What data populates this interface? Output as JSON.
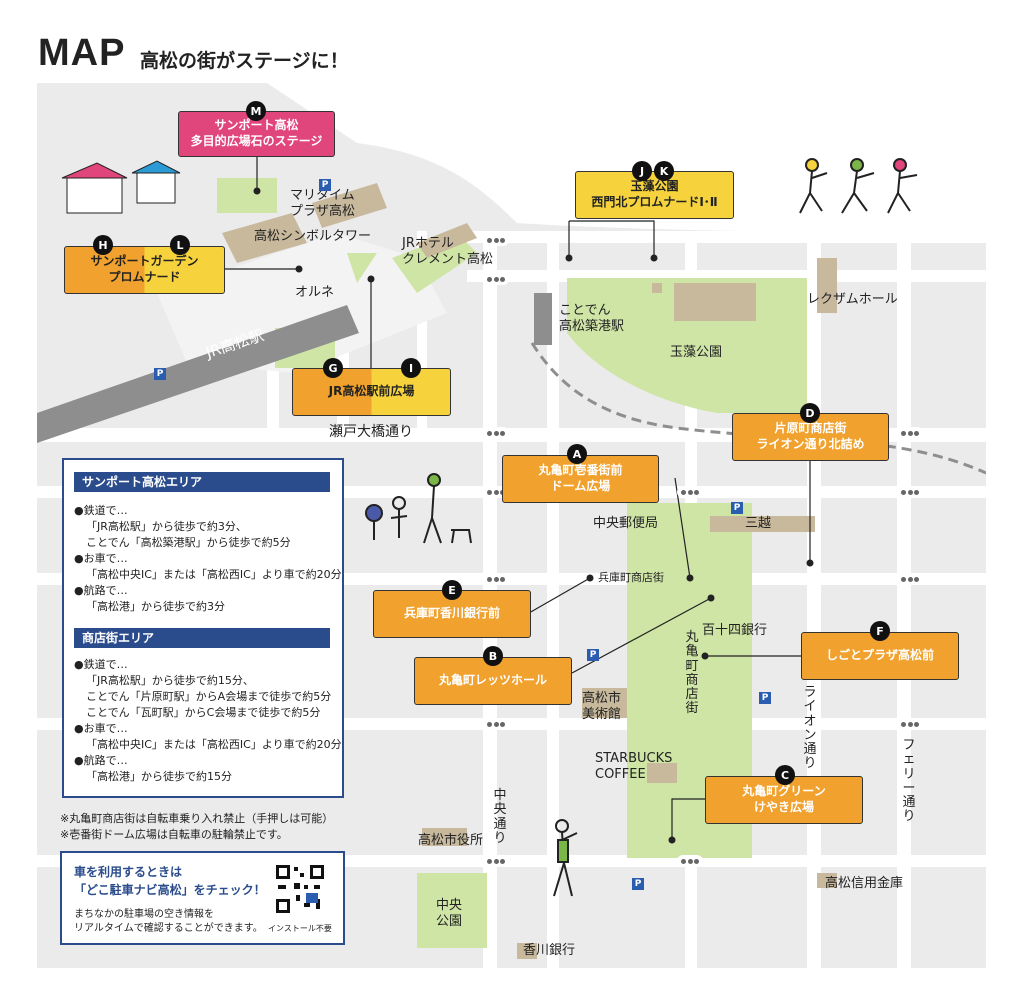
{
  "header": {
    "title": "MAP",
    "subtitle": "高松の街がステージに！"
  },
  "venues": {
    "M": {
      "badge": "M",
      "label": "サンポート高松\n多目的広場石のステージ"
    },
    "JK": {
      "badges": [
        "J",
        "K"
      ],
      "label": "玉藻公園\n西門北プロムナードⅠ･Ⅱ"
    },
    "HL": {
      "badges": [
        "H",
        "L"
      ],
      "label": "サンポートガーデン\nプロムナード"
    },
    "GI": {
      "badges": [
        "G",
        "I"
      ],
      "label": "JR高松駅前広場"
    },
    "A": {
      "badge": "A",
      "label": "丸亀町壱番街前\nドーム広場"
    },
    "D": {
      "badge": "D",
      "label": "片原町商店街\nライオン通り北詰め"
    },
    "E": {
      "badge": "E",
      "label": "兵庫町香川銀行前"
    },
    "B": {
      "badge": "B",
      "label": "丸亀町レッツホール"
    },
    "F": {
      "badge": "F",
      "label": "しごとプラザ高松前"
    },
    "C": {
      "badge": "C",
      "label": "丸亀町グリーン\nけやき広場"
    }
  },
  "places": {
    "maritime": "マリタイム\nプラザ高松",
    "symbol_tower": "高松シンボルタワー",
    "jr_hotel": "JRホテル\nクレメント高松",
    "orune": "オルネ",
    "jr_station": "JR高松駅",
    "seto_ohashi": "瀬戸大橋通り",
    "kotoden_chikko": "ことでん\n高松築港駅",
    "tamamo_park": "玉藻公園",
    "rexam": "レクザムホール",
    "post_office": "中央郵便局",
    "mitsukoshi": "三越",
    "hyogomachi": "兵庫町商店街",
    "hyakujushi": "百十四銀行",
    "marugame_street": "丸亀町商店街",
    "museum": "高松市\n美術館",
    "starbucks": "STARBUCKS\nCOFFEE",
    "lion_street": "ライオン通り",
    "ferry_street": "フェリー通り",
    "chuo_street": "中央通り",
    "city_hall": "高松市役所",
    "chuo_park": "中央\n公園",
    "shinkin": "高松信用金庫",
    "kagawa_bank": "香川銀行"
  },
  "info": {
    "area1": {
      "heading": "サンポート高松エリア",
      "lines": [
        "●鉄道で…",
        "「JR高松駅」から徒歩で約3分、",
        "ことでん「高松築港駅」から徒歩で約5分",
        "●お車で…",
        "「高松中央IC」または「高松西IC」より車で約20分",
        "●航路で…",
        "「高松港」から徒歩で約3分"
      ]
    },
    "area2": {
      "heading": "商店街エリア",
      "lines": [
        "●鉄道で…",
        "「JR高松駅」から徒歩で約15分、",
        "ことでん「片原町駅」からA会場まで徒歩で約5分",
        "ことでん「瓦町駅」からC会場まで徒歩で約5分",
        "●お車で…",
        "「高松中央IC」または「高松西IC」より車で約20分",
        "●航路で…",
        "「高松港」から徒歩で約15分"
      ]
    }
  },
  "notes": [
    "※丸亀町商店街は自転車乗り入れ禁止（手押しは可能）",
    "※壱番街ドーム広場は自転車の駐輪禁止です。"
  ],
  "parking": {
    "line1": "車を利用するときは",
    "line2": "「どこ駐車ナビ高松」をチェック！",
    "desc1": "まちなかの駐車場の空き情報を",
    "desc2": "リアルタイムで確認することができます。",
    "install": "インストール不要"
  },
  "colors": {
    "orange": "#f0a12e",
    "yellow": "#f6d33c",
    "pink": "#e0457b",
    "green": "#cfe5a6",
    "sea": "#ffffff",
    "road": "#ffffff",
    "block": "#ebebeb",
    "building": "#c8b99d",
    "navy": "#2b4c8c"
  }
}
